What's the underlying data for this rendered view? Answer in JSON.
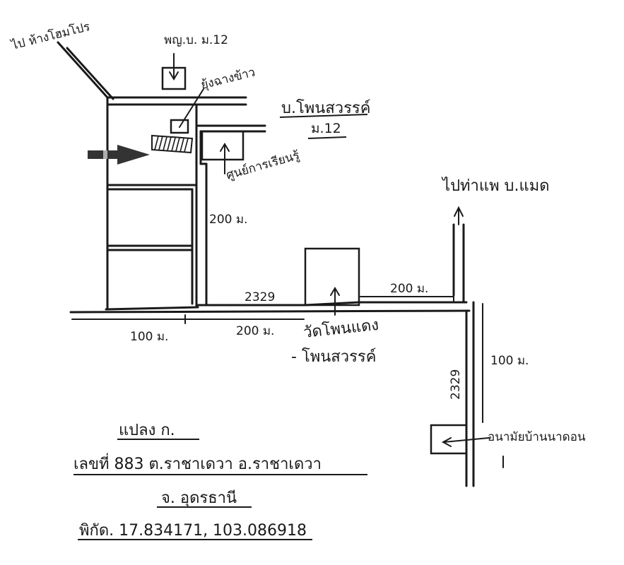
{
  "labels": {
    "to_top_left": "ไป ห้างโฮมโปร",
    "village_office": "พญ.บ. ม.12",
    "rice_mill": "ยุ้งฉางข้าว",
    "village_name": "บ.โพนสวรรค์",
    "village_moo": "ม.12",
    "learning_center": "ศูนย์การเรียนรู้",
    "dist_200_vertical": "200 ม.",
    "to_right_top": "ไปท่าแพ บ.แมด",
    "road_2329_top": "2329",
    "dist_200_right": "200 ม.",
    "dist_100_left": "100 ม.",
    "dist_200_bottom": "200 ม.",
    "temple_line1": "วัดโพนแดง",
    "temple_line2": "- โพนสวรรค์",
    "dist_100_right": "100 ม.",
    "road_2329_vertical": "2329",
    "health_station": "อนามัยบ้านนาดอน"
  },
  "footer": {
    "title": "แปลง ก.",
    "address": "เลขที่ 883 ต.ราชาเดวา อ.ราชาเดวา",
    "province": "จ. อุดรธานี",
    "coords": "พิกัด. 17.834171, 103.086918"
  },
  "colors": {
    "ink": "#1a1a1a",
    "arrow": "#333333",
    "paper": "#ffffff"
  }
}
